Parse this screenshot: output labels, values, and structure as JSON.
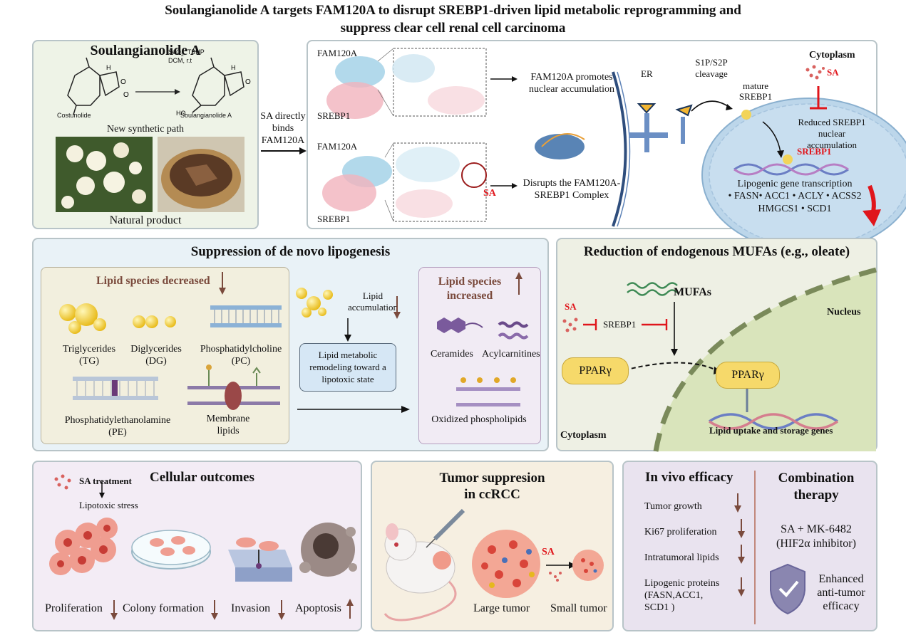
{
  "main_title_line1": "Soulangianolide A targets FAM120A to disrupt SREBP1-driven lipid metabolic reprogramming and",
  "main_title_line2": "suppress clear cell renal cell carcinoma",
  "synthesis": {
    "title": "Soulangianolide A",
    "reagents_1": "SeO",
    "reagents_1_sub": "2",
    "reagents_1b": ", TBHP",
    "reagents_2": "DCM, r.t",
    "start_label": "Costunolide",
    "product_label": "Soulangianolide A",
    "path_label": "New synthetic path",
    "natural_label": "Natural product"
  },
  "binding": {
    "arrow_label_1": "SA directly",
    "arrow_label_2": "binds",
    "arrow_label_3": "FAM120A",
    "top_fam": "FAM120A",
    "top_srebp": "SREBP1",
    "bottom_fam": "FAM120A",
    "bottom_srebp": "SREBP1",
    "sa_label": "SA",
    "promotes_1": "FAM120A promotes",
    "promotes_2": "nuclear accumulation",
    "disrupts_1": "Disrupts the FAM120A-",
    "disrupts_2": "SREBP1 Complex"
  },
  "cell": {
    "er": "ER",
    "cleavage_1": "S1P/S2P",
    "cleavage_2": "cleavage",
    "mature_1": "mature",
    "mature_2": "SREBP1",
    "cytoplasm": "Cytoplasm",
    "sa": "SA",
    "reduced_1": "Reduced SREBP1 nuclear",
    "reduced_2": "accumulation",
    "srebp1": "SREBP1",
    "lipogenic": "Lipogenic gene transcription",
    "genes_1": "• FASN• ACC1 • ACLY • ACSS2",
    "genes_2": "HMGCS1 • SCD1"
  },
  "lipogenesis": {
    "title": "Suppression of de novo lipogenesis",
    "decreased": "Lipid species decreased",
    "tg_1": "Triglycerides",
    "tg_2": "(TG)",
    "dg_1": "Diglycerides",
    "dg_2": "(DG)",
    "pc_1": "Phosphatidylcholine",
    "pc_2": "(PC)",
    "pe_1": "Phosphatidylethanolamine",
    "pe_2": "(PE)",
    "membrane_1": "Membrane",
    "membrane_2": "lipids",
    "accum_1": "Lipid",
    "accum_2": "accumulation",
    "remodel_1": "Lipid metabolic",
    "remodel_2": "remodeling toward a",
    "remodel_3": "lipotoxic state",
    "increased_1": "Lipid species",
    "increased_2": "increased",
    "ceramides": "Ceramides",
    "acyl": "Acylcarnitines",
    "oxidized": "Oxidized phospholipids"
  },
  "mufa": {
    "title": "Reduction of endogenous MUFAs (e.g., oleate)",
    "mufas": "MUFAs",
    "sa": "SA",
    "srebp1": "SREBP1",
    "nucleus": "Nucleus",
    "ppar_left": "PPARγ",
    "ppar_right": "PPARγ",
    "cytoplasm": "Cytoplasm",
    "uptake": "Lipid uptake and storage genes"
  },
  "outcomes": {
    "title": "Cellular outcomes",
    "sa_treatment": "SA treatment",
    "stress": "Lipotoxic stress",
    "proliferation": "Proliferation",
    "colony": "Colony formation",
    "invasion": "Invasion",
    "apoptosis": "Apoptosis"
  },
  "tumor": {
    "title_1": "Tumor suppresion",
    "title_2": "in ccRCC",
    "sa": "SA",
    "large": "Large tumor",
    "small": "Small tumor"
  },
  "efficacy": {
    "title": "In vivo efficacy",
    "growth": "Tumor growth",
    "ki67": "Ki67 proliferation",
    "lipids": "Intratumoral lipids",
    "proteins_1": "Lipogenic proteins",
    "proteins_2": "(FASN,ACC1,",
    "proteins_3": "SCD1 )",
    "combo_1": "Combination",
    "combo_2": "therapy",
    "drug_1": "SA + MK-6482",
    "drug_2": "(HIF2α inhibitor)",
    "enh_1": "Enhanced",
    "enh_2": "anti-tumor",
    "enh_3": "efficacy"
  },
  "colors": {
    "red": "#e0151b",
    "brown": "#7a4a3c",
    "blue_panel": "#e9f2f7",
    "green_panel": "#eef3e7",
    "lilac_panel": "#f1ebf4",
    "beige_panel": "#f6efe1"
  }
}
